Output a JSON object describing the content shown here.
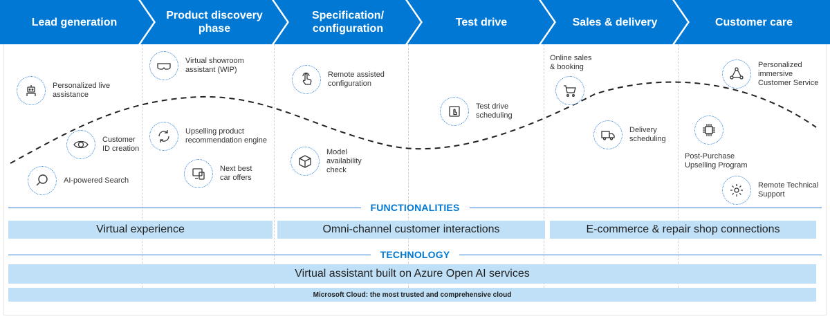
{
  "stages": [
    {
      "line1": "Lead generation",
      "line2": ""
    },
    {
      "line1": "Product discovery",
      "line2": "phase"
    },
    {
      "line1": "Specification/",
      "line2": "configuration"
    },
    {
      "line1": "Test drive",
      "line2": ""
    },
    {
      "line1": "Sales & delivery",
      "line2": ""
    },
    {
      "line1": "Customer care",
      "line2": ""
    }
  ],
  "items": {
    "live_assistance": {
      "l1": "Personalized live",
      "l2": "assistance",
      "icon": "robot-icon"
    },
    "customer_id": {
      "l1": "Customer",
      "l2": "ID creation",
      "icon": "eye-icon"
    },
    "ai_search": {
      "l1": "AI-powered Search",
      "icon": "search-icon"
    },
    "showroom": {
      "l1": "Virtual showroom",
      "l2": "assistant (WIP)",
      "icon": "vr-headset-icon"
    },
    "upselling": {
      "l1": "Upselling product",
      "l2": "recommendation engine",
      "icon": "refresh-icon"
    },
    "car_offers": {
      "l1": "Next best",
      "l2": "car offers",
      "icon": "devices-icon"
    },
    "remote_config": {
      "l1": "Remote assisted",
      "l2": "configuration",
      "icon": "touch-icon"
    },
    "availability": {
      "l1": "Model",
      "l2": "availability",
      "l3": "check",
      "icon": "box-icon"
    },
    "test_drive": {
      "l1": "Test drive",
      "l2": "scheduling",
      "icon": "calendar-touch-icon"
    },
    "online_sales": {
      "l1": "Online sales",
      "l2": "& booking",
      "icon": "cart-icon"
    },
    "delivery": {
      "l1": "Delivery",
      "l2": "scheduling",
      "icon": "truck-icon"
    },
    "customer_service": {
      "l1": "Personalized",
      "l2": "immersive",
      "l3": "Customer Service",
      "icon": "people-network-icon"
    },
    "post_purchase": {
      "l1": "Post-Purchase",
      "l2": "Upselling Program",
      "icon": "chip-icon"
    },
    "tech_support": {
      "l1": "Remote Technical",
      "l2": "Support",
      "icon": "gear-wrench-icon"
    }
  },
  "functionalities": {
    "heading": "FUNCTIONALITIES",
    "bars": [
      "Virtual experience",
      "Omni-channel customer interactions",
      "E-commerce & repair shop connections"
    ]
  },
  "technology": {
    "heading": "TECHNOLOGY",
    "main": "Virtual assistant built on Azure Open AI services",
    "cloud": "Microsoft Cloud: the most trusted and comprehensive cloud"
  },
  "colors": {
    "chevron": "#0078d4",
    "bar": "#bfe0f7",
    "accent": "#2b7fd9"
  }
}
